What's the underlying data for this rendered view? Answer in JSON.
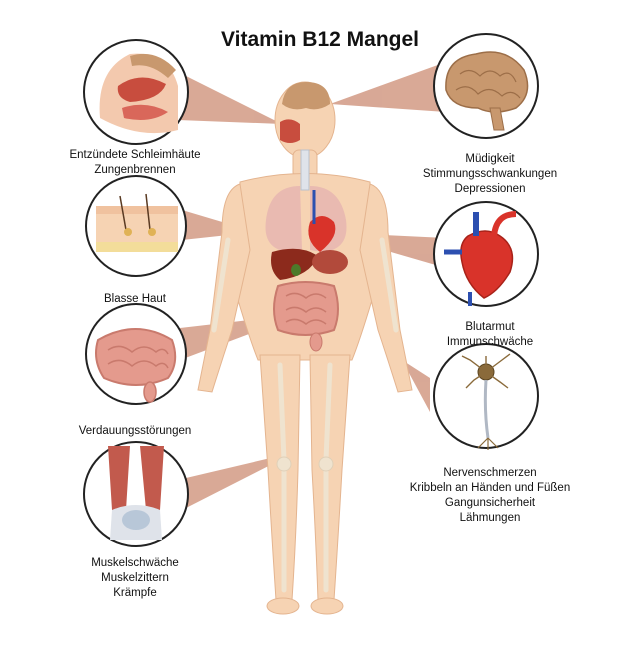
{
  "title": "Vitamin B12 Mangel",
  "callouts": [
    {
      "id": "schleimhaut",
      "lines": [
        "Entzündete Schleimhäute",
        "Zungenbrennen"
      ],
      "icon": "nasal-cavity-icon"
    },
    {
      "id": "haut",
      "lines": [
        "Blasse Haut"
      ],
      "icon": "skin-layer-icon"
    },
    {
      "id": "verdauung",
      "lines": [
        "Verdauungsstörungen"
      ],
      "icon": "intestine-icon"
    },
    {
      "id": "muskel",
      "lines": [
        "Muskelschwäche",
        "Muskelzittern",
        "Krämpfe"
      ],
      "icon": "knee-muscle-icon"
    },
    {
      "id": "gehirn",
      "lines": [
        "Müdigkeit",
        "Stimmungsschwankungen",
        "Depressionen"
      ],
      "icon": "brain-icon"
    },
    {
      "id": "herz",
      "lines": [
        "Blutarmut",
        "Immunschwäche"
      ],
      "icon": "heart-icon"
    },
    {
      "id": "nerven",
      "lines": [
        "Nervenschmerzen",
        "Kribbeln an Händen und Füßen",
        "Gangunsicherheit",
        "Lähmungen"
      ],
      "icon": "neuron-icon"
    }
  ],
  "colors": {
    "skin": "#f6d3b3",
    "pointer": "#d29a84",
    "circle_stroke": "#222222",
    "bone": "#efe3cf",
    "lung": "#e8b7b0",
    "liver": "#8c2a1c",
    "intestine": "#e49a8d",
    "heart": "#d9332a",
    "brain": "#c8986e"
  }
}
